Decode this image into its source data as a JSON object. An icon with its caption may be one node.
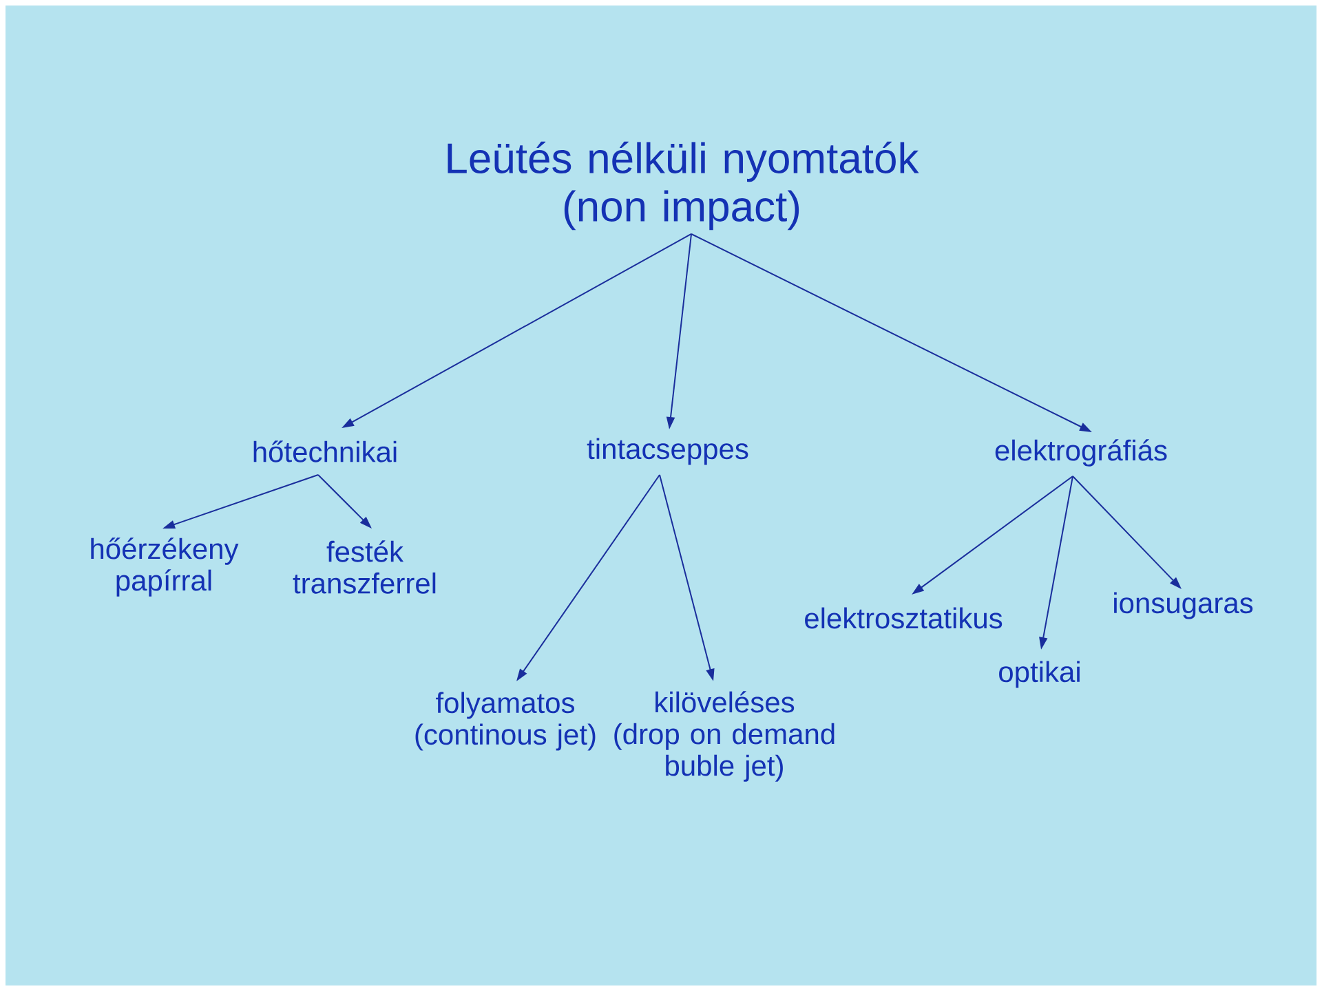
{
  "diagram": {
    "nodes": [
      {
        "text": [
          "Leütés nélküli nyomtatók (non impact)"
        ]
      },
      {
        "text": [
          "hőtechnikai"
        ]
      },
      {
        "text": [
          "tintacseppes"
        ]
      },
      {
        "text": [
          "elektrográfiás"
        ]
      },
      {
        "text": [
          "hőérzékeny papírral"
        ]
      },
      {
        "text": [
          "festék transzferrel"
        ]
      },
      {
        "text": [
          "folyamatos (continous jet)"
        ]
      },
      {
        "text": [
          "kilöveléses (drop on demand buble jet)"
        ]
      },
      {
        "text": [
          "elektrosztatikus"
        ]
      },
      {
        "text": [
          "optikai"
        ]
      },
      {
        "text": [
          "ionsugaras"
        ]
      }
    ],
    "edges": [
      {
        "from": 0,
        "to": 1,
        "arrow": "to"
      },
      {
        "from": 0,
        "to": 2,
        "arrow": "to"
      },
      {
        "from": 0,
        "to": 3,
        "arrow": "to"
      },
      {
        "from": 1,
        "to": 4,
        "arrow": "to"
      },
      {
        "from": 1,
        "to": 5,
        "arrow": "to"
      },
      {
        "from": 2,
        "to": 6,
        "arrow": "to"
      },
      {
        "from": 2,
        "to": 7,
        "arrow": "to"
      },
      {
        "from": 3,
        "to": 8,
        "arrow": "to"
      },
      {
        "from": 3,
        "to": 9,
        "arrow": "to"
      },
      {
        "from": 3,
        "to": 10,
        "arrow": "to"
      }
    ]
  }
}
